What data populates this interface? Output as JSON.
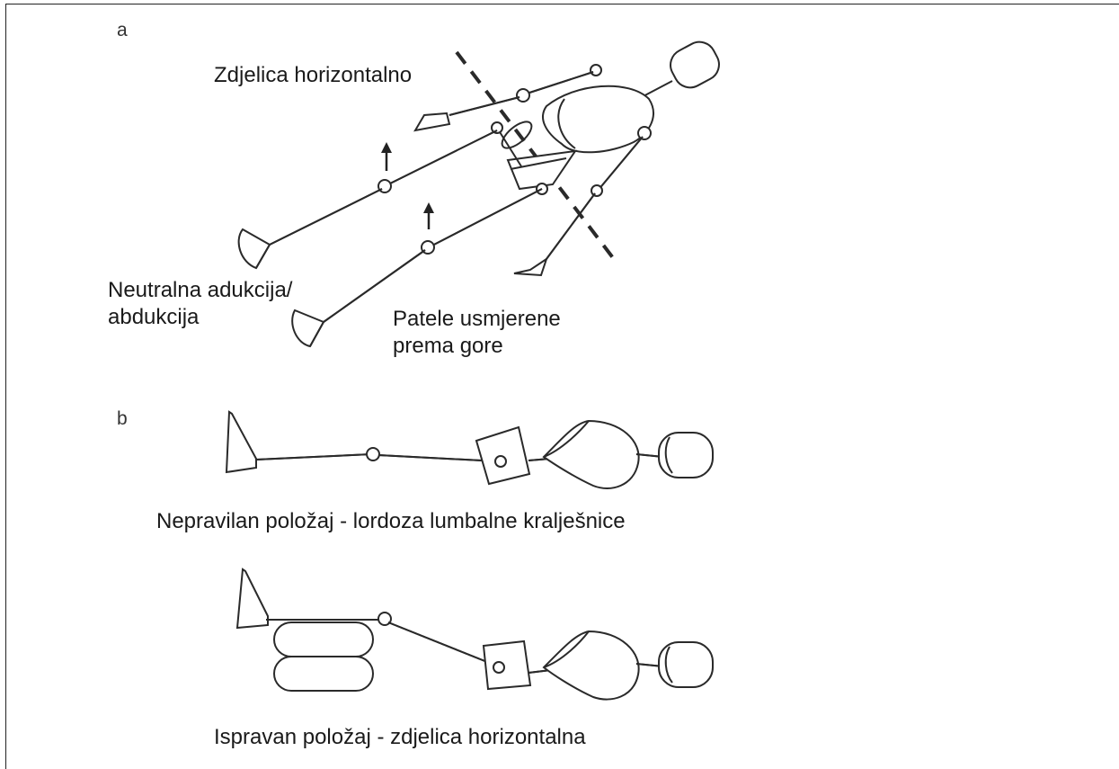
{
  "panel_a": {
    "letter": "a",
    "label_pelvis": "Zdjelica horizontalno",
    "label_adduction_line1": "Neutralna adukcija/",
    "label_adduction_line2": "abdukcija",
    "label_patella_line1": "Patele usmjerene",
    "label_patella_line2": "prema gore"
  },
  "panel_b": {
    "letter": "b",
    "caption_incorrect": "Nepravilan položaj  - lordoza lumbalne kralješnice",
    "caption_correct": "Ispravan položaj - zdjelica horizontalna"
  }
}
